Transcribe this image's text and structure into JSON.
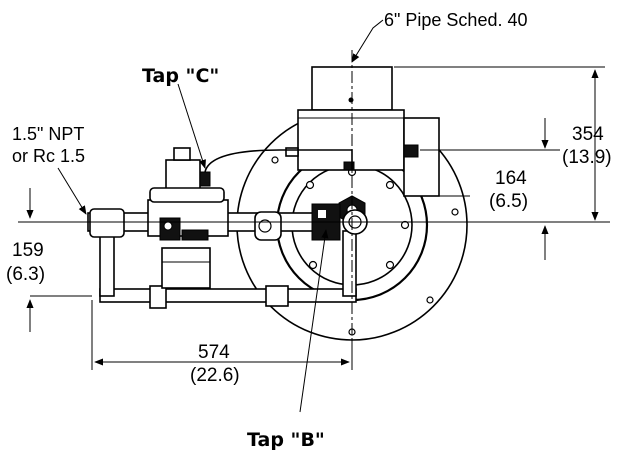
{
  "labels": {
    "pipe_sched": "6\" Pipe Sched. 40",
    "tap_c": "Tap \"C\"",
    "tap_b": "Tap \"B\"",
    "npt_line1": "1.5\" NPT",
    "npt_line2": "or Rc 1.5"
  },
  "dimensions": {
    "d354_mm": "354",
    "d354_in": "(13.9)",
    "d164_mm": "164",
    "d164_in": "(6.5)",
    "d159_mm": "159",
    "d159_in": "(6.3)",
    "d574_mm": "574",
    "d574_in": "(22.6)"
  }
}
